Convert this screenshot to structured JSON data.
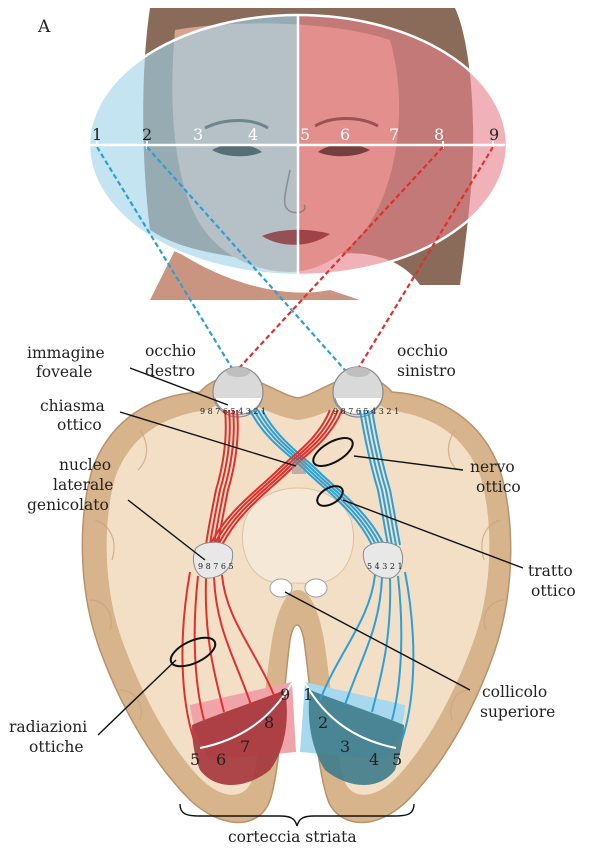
{
  "panel_label": "A",
  "face_numbers": [
    "1",
    "2",
    "3",
    "4",
    "5",
    "6",
    "7",
    "8",
    "9"
  ],
  "labels": {
    "occhio_destro": [
      "occhio",
      "destro"
    ],
    "occhio_sinistro": [
      "occhio",
      "sinistro"
    ],
    "immagine_foveale": [
      "immagine",
      "foveale"
    ],
    "chiasma_ottico": [
      "chiasma",
      "ottico"
    ],
    "nucleo_laterale_genicolato": [
      "nucleo",
      "laterale",
      "genicolato"
    ],
    "nervo_ottico": [
      "nervo",
      "ottico"
    ],
    "tratto_ottico": [
      "tratto",
      "ottico"
    ],
    "collicolo_superiore": [
      "collicolo",
      "superiore"
    ],
    "radiazioni_ottiche": [
      "radiazioni",
      "ottiche"
    ],
    "corteccia_striata": "corteccia striata"
  },
  "eye_numbers": {
    "right_eye": "9 8 7 6 5 4 3 2 1",
    "left_eye": "9 8 7 6 5 4 3 2 1"
  },
  "lgn_numbers": {
    "left": "9 8 7 6 5",
    "right": "5 4 3 2 1"
  },
  "cortex_numbers": {
    "left": [
      "9",
      "8",
      "7",
      "6",
      "5"
    ],
    "right": [
      "1",
      "2",
      "3",
      "4",
      "5"
    ]
  },
  "colors": {
    "left_visual_field": "#9fd3ea",
    "right_visual_field": "#e7838c",
    "left_field_pathway": "#2aa0d6",
    "right_field_pathway": "#e0302c",
    "brain_tissue": "#f2dfc6",
    "brain_cortex": "#d7b48c"
  }
}
